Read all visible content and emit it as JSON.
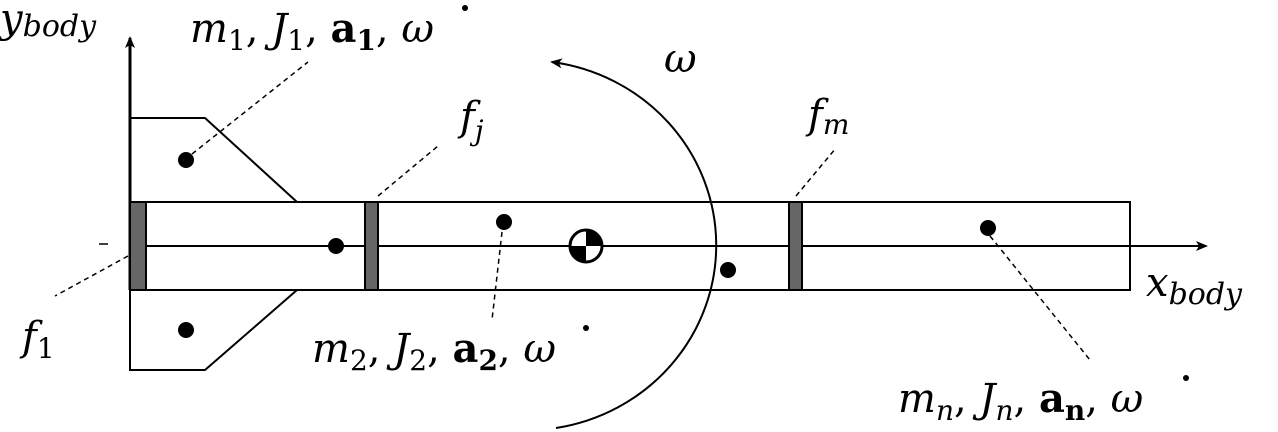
{
  "axes": {
    "y": {
      "symbol": "y",
      "subscript": "body"
    },
    "x": {
      "symbol": "x",
      "subscript": "body"
    }
  },
  "rotation": {
    "symbol": "ω"
  },
  "flexible_joints": [
    {
      "symbol": "f",
      "subscript": "1"
    },
    {
      "symbol": "f",
      "subscript": "j"
    },
    {
      "symbol": "f",
      "subscript": "m"
    }
  ],
  "bodies": [
    {
      "m": "m",
      "J": "J",
      "a": "a",
      "index": "1",
      "sep": ", ",
      "omega_dot": "ω"
    },
    {
      "m": "m",
      "J": "J",
      "a": "a",
      "index": "2",
      "sep": ", ",
      "omega_dot": "ω"
    },
    {
      "m": "m",
      "J": "J",
      "a": "a",
      "index": "n",
      "sep": ", ",
      "omega_dot": "ω"
    }
  ],
  "colors": {
    "stroke": "#000000",
    "joint_fill": "#666666"
  }
}
